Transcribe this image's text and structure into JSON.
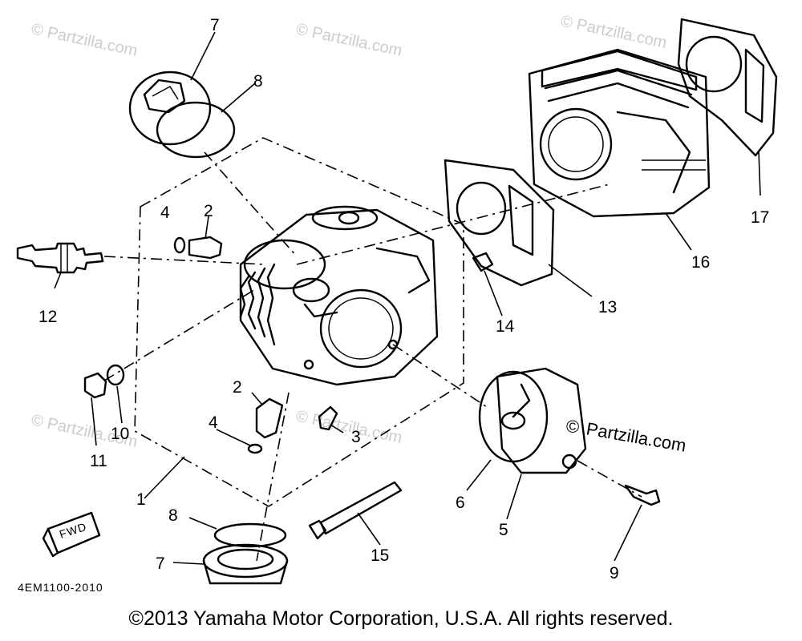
{
  "watermarks": {
    "faint": "© Partzilla.com",
    "main": "Partzilla.com"
  },
  "callouts": {
    "c1": "1",
    "c2a": "2",
    "c2b": "2",
    "c3": "3",
    "c4a": "4",
    "c4b": "4",
    "c5": "5",
    "c6": "6",
    "c7a": "7",
    "c7b": "7",
    "c8a": "8",
    "c8b": "8",
    "c9": "9",
    "c10": "10",
    "c11": "11",
    "c12": "12",
    "c13": "13",
    "c14": "14",
    "c15": "15",
    "c16": "16",
    "c17": "17"
  },
  "fwd_label": "FWD",
  "diagram_code": "4EM1100-2010",
  "copyright": "©2013 Yamaha Motor Corporation, U.S.A. All rights reserved."
}
